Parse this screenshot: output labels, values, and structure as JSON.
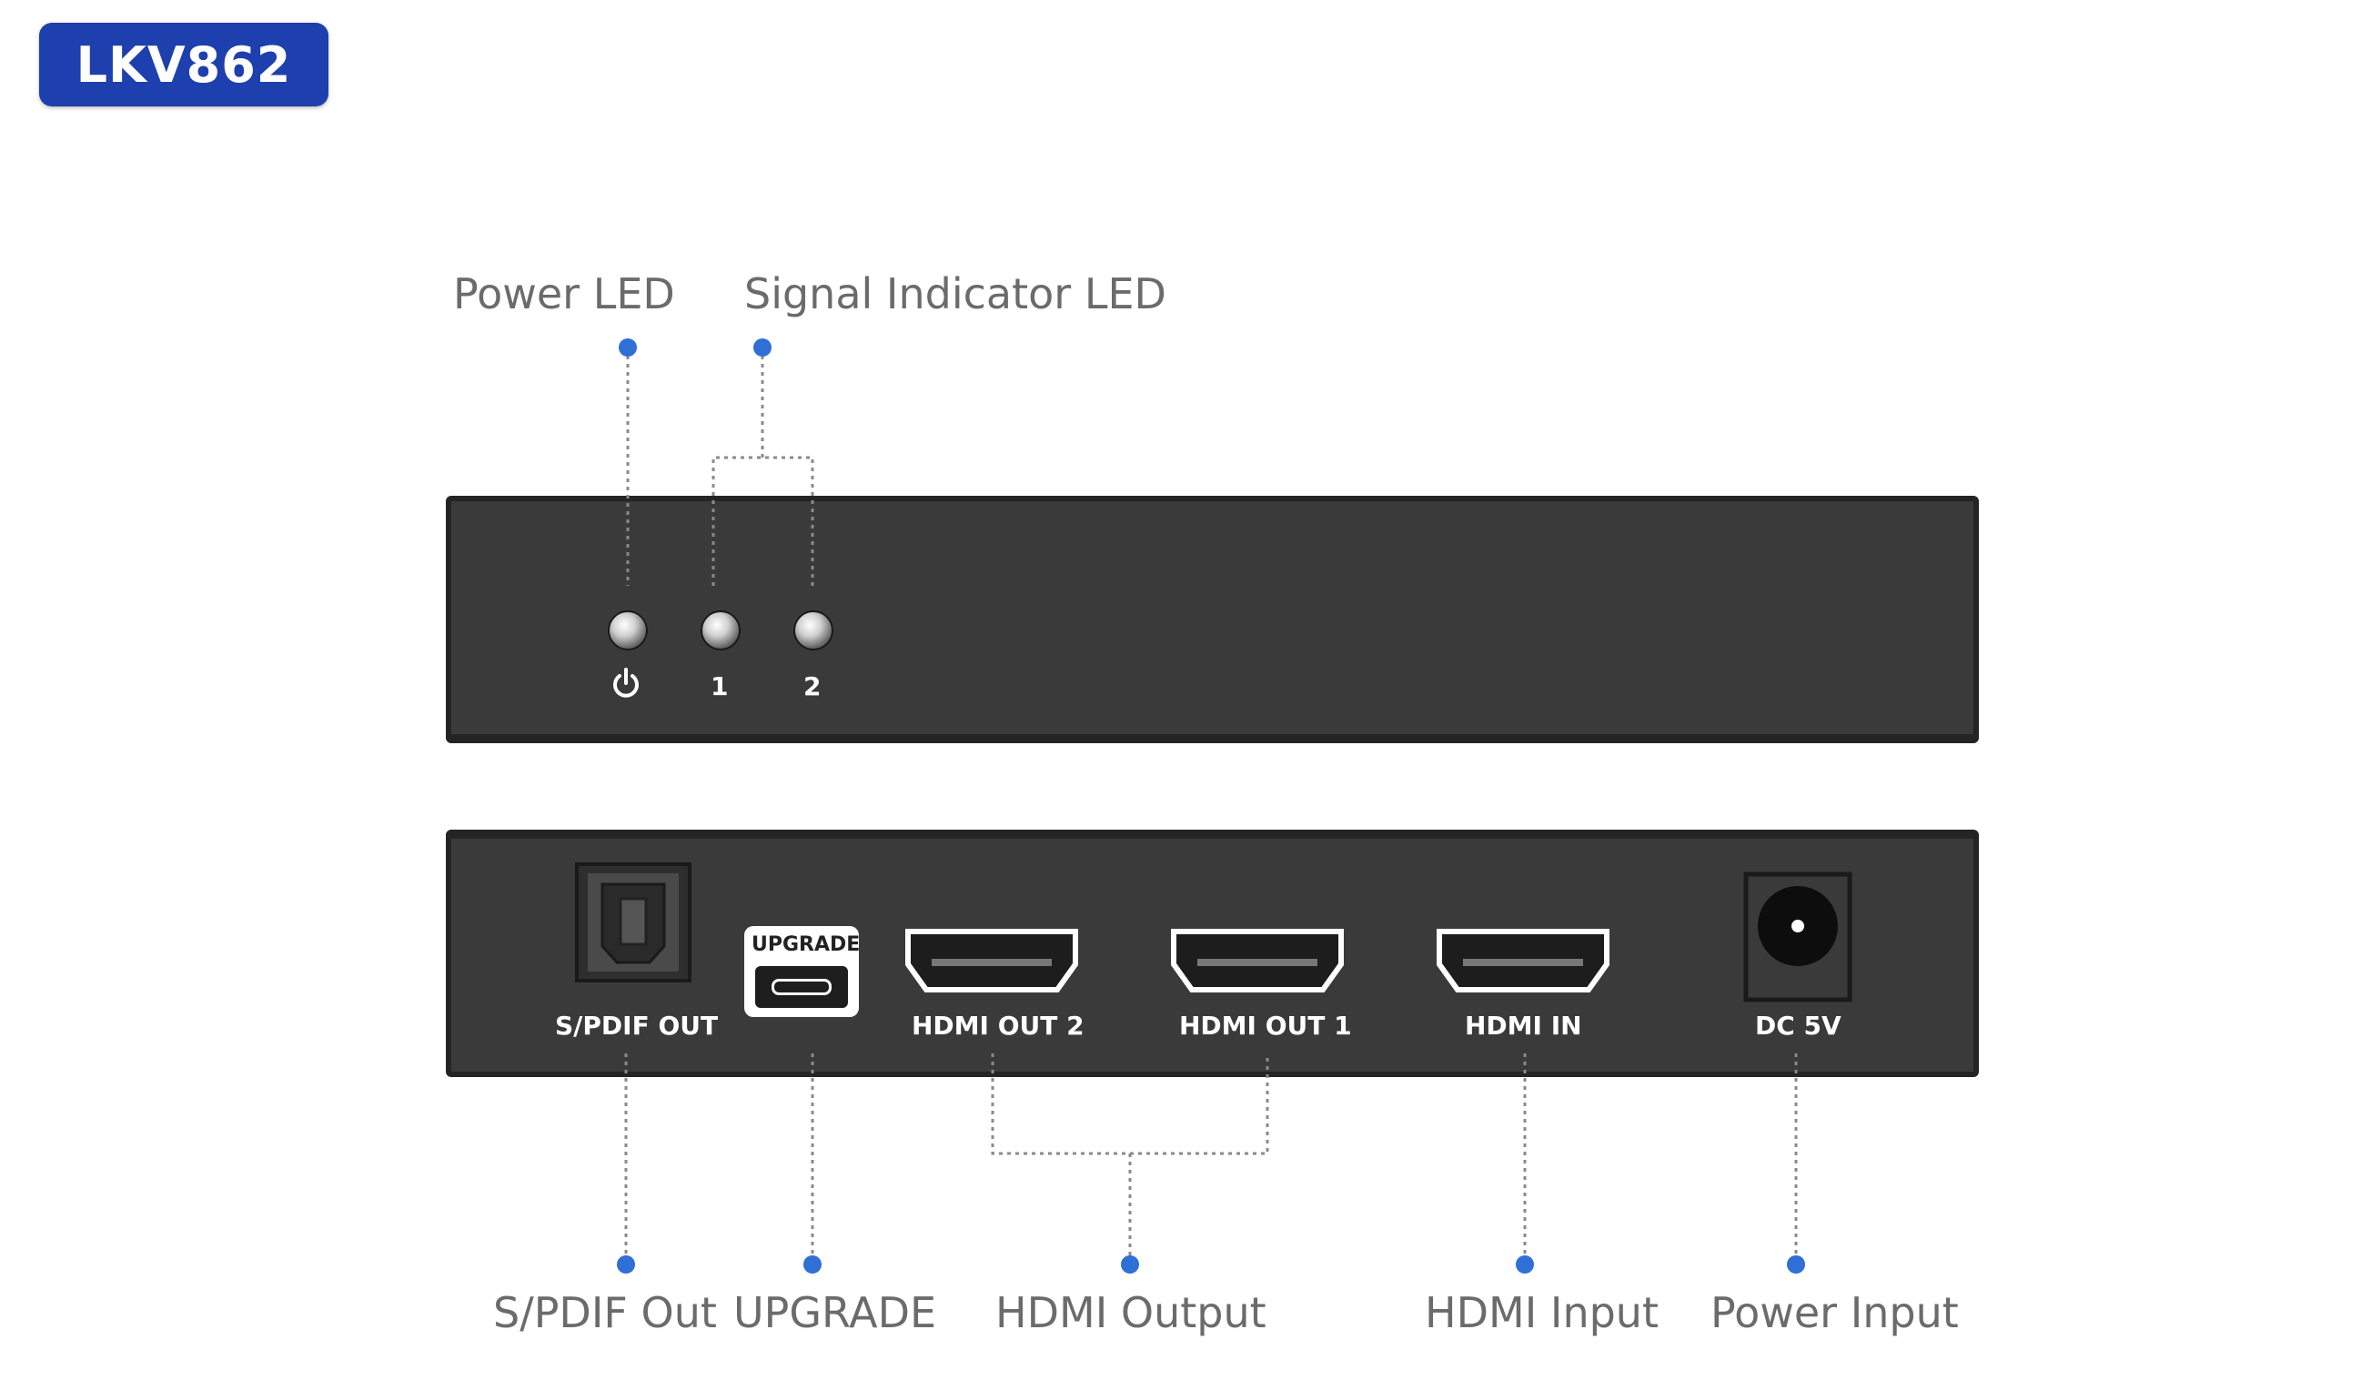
{
  "badge": {
    "model": "LKV862"
  },
  "callouts": {
    "power_led": "Power LED",
    "signal_led": "Signal Indicator LED",
    "spdif_out": "S/PDIF Out",
    "upgrade": "UPGRADE",
    "hdmi_output": "HDMI Output",
    "hdmi_input": "HDMI Input",
    "power_input": "Power Input"
  },
  "front_panel": {
    "led_labels": [
      "1",
      "2"
    ]
  },
  "back_panel": {
    "spdif": "S/PDIF OUT",
    "upgrade": "UPGRADE",
    "hdmi_out_2": "HDMI OUT 2",
    "hdmi_out_1": "HDMI OUT 1",
    "hdmi_in": "HDMI IN",
    "dc": "DC 5V"
  },
  "colors": {
    "accent": "#2f6fd6",
    "badge": "#1e3fae",
    "panel": "#3a3a3a",
    "label_text": "#6b6b6b"
  }
}
